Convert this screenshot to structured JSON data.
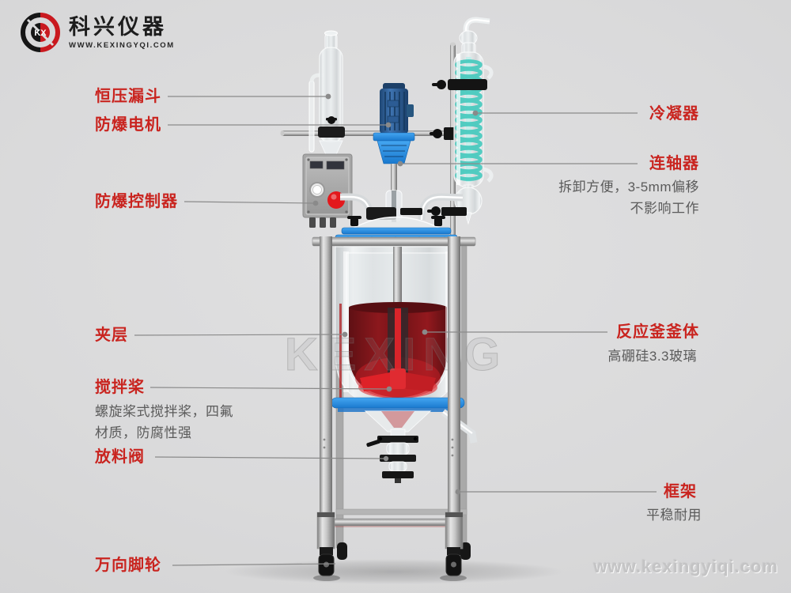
{
  "logo": {
    "brand": "科兴仪器",
    "url": "WWW.KEXINGYQI.COM",
    "monogram": "KX",
    "colors": {
      "logo_black": "#161616",
      "logo_red": "#c9191f"
    }
  },
  "colors": {
    "label_red": "#c9241f",
    "desc_gray": "#5b5b5b",
    "leader_line": "#8a8a8a",
    "background": "#dadadb",
    "motor_blue": "#2a588f",
    "flange_blue": "#2e93e6",
    "coil_teal": "#46cabe",
    "liquid_red": "#8c181d",
    "paddle_red": "#de2228"
  },
  "labels": {
    "left": [
      {
        "title": "恒压漏斗"
      },
      {
        "title": "防爆电机"
      },
      {
        "title": "防爆控制器"
      },
      {
        "title": "夹层"
      },
      {
        "title": "搅拌桨",
        "desc1": "螺旋桨式搅拌桨，四氟",
        "desc2": "材质，防腐性强"
      },
      {
        "title": "放料阀"
      },
      {
        "title": "万向脚轮"
      }
    ],
    "right": [
      {
        "title": "冷凝器"
      },
      {
        "title": "连轴器",
        "desc1": "拆卸方便，3-5mm偏移",
        "desc2": "不影响工作"
      },
      {
        "title": "反应釜釜体",
        "desc1": "高硼硅3.3玻璃"
      },
      {
        "title": "框架",
        "desc1": "平稳耐用"
      }
    ]
  },
  "vessel_watermark": "KEXING",
  "watermark": "www.kexingyiqi.com"
}
